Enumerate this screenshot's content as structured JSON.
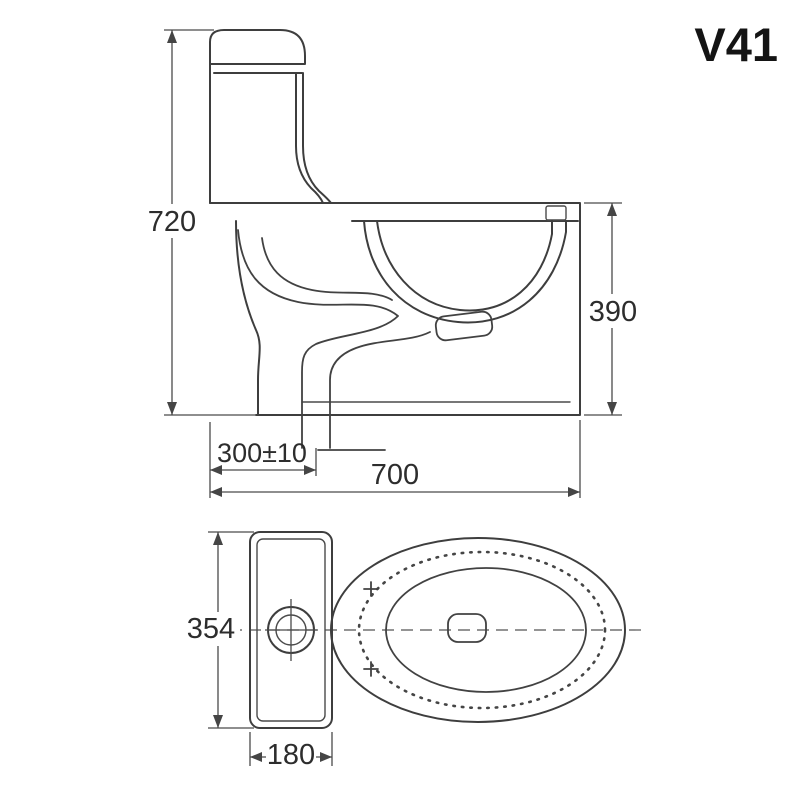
{
  "title": "V41",
  "colors": {
    "ink": "#3e3e3e",
    "background": "#ffffff"
  },
  "side_view": {
    "dim_height": "720",
    "dim_rim_height": "390",
    "dim_rough_in": "300±10",
    "dim_length": "700"
  },
  "top_view": {
    "dim_width": "354",
    "dim_tank": "180"
  }
}
